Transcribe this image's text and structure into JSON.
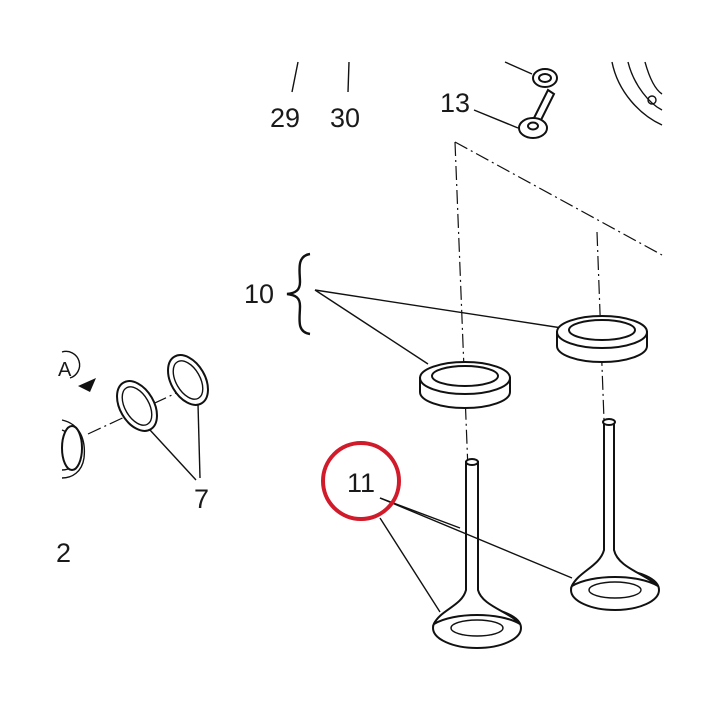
{
  "callouts": {
    "c29": "29",
    "c30": "30",
    "c13": "13",
    "c10": "10",
    "c11": "11",
    "c7": "7",
    "c12": "2",
    "view_a": "A"
  },
  "colors": {
    "highlight_ring": "#d11a2a",
    "line_art": "#111111"
  },
  "icons": {
    "view-arrow": "arrow-right",
    "brace": "curly-brace-left"
  }
}
